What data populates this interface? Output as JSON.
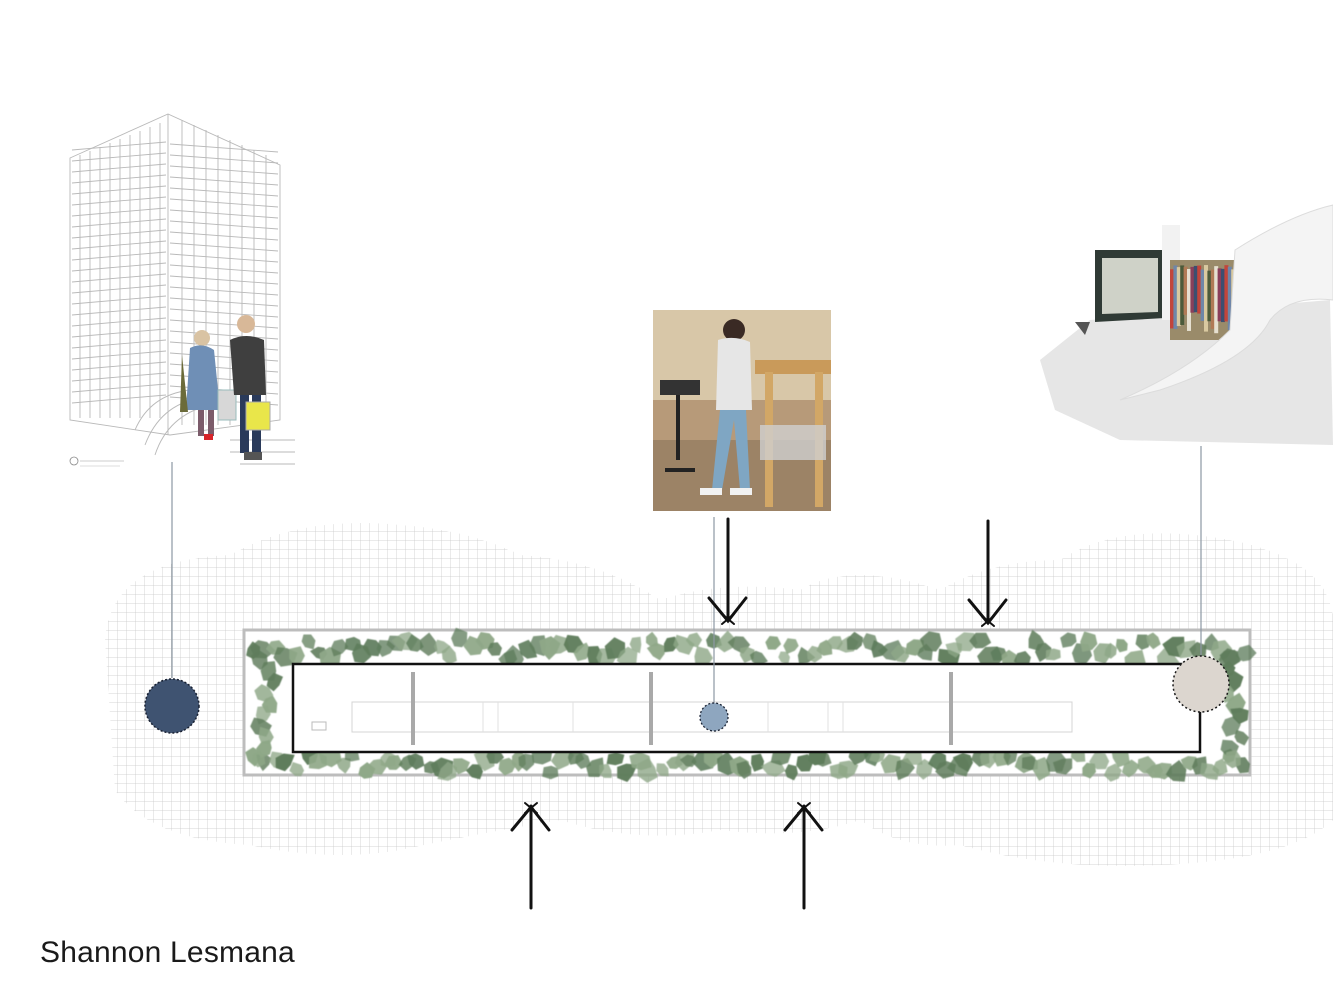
{
  "author": "Shannon Lesmana",
  "colors": {
    "grid": "#c9c9c9",
    "wall": "#111111",
    "outer_wall": "#bdbdbd",
    "foliage": "#8fa888",
    "foliage_dark": "#5f7d5c",
    "marker_navy": "#3f5371",
    "marker_blue": "#8ea6bf",
    "marker_beige": "#dcd6cf",
    "arrow": "#111111"
  },
  "images": {
    "building": "building-with-people-illustration",
    "workshop": "workshop-photo",
    "studio": "photo-studio-with-clothing-racks"
  },
  "icons": {
    "arrow": "arrow-icon",
    "marker": "location-marker-icon"
  }
}
